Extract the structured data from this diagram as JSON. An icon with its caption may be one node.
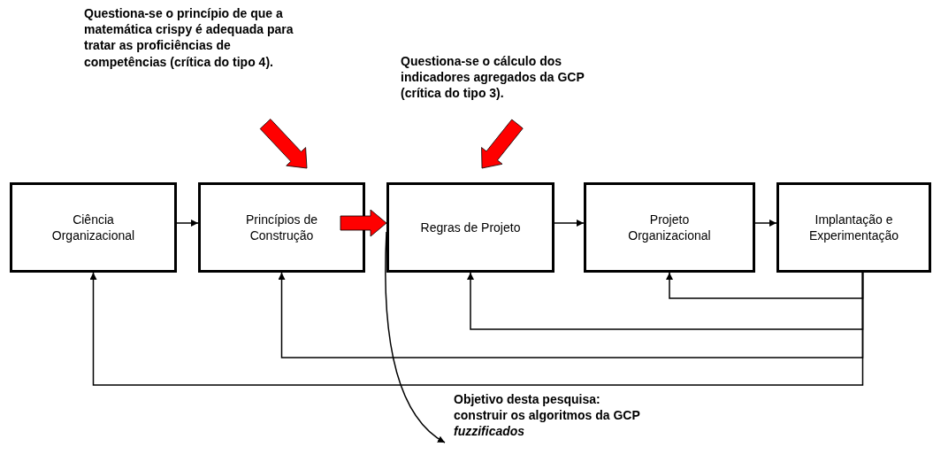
{
  "diagram": {
    "nodes": [
      {
        "text": [
          "Ciência Organizacional"
        ]
      },
      {
        "text": [
          "Princípios de Construção"
        ]
      },
      {
        "text": [
          "Regras de Projeto"
        ]
      },
      {
        "text": [
          "Projeto Organizacional"
        ]
      },
      {
        "text": [
          "Implantação e Experimentação"
        ]
      },
      {
        "text": [
          "Questiona-se o princípio de que a matemática crispy é adequada para tratar as proficiências de competências (crítica do tipo 4)."
        ]
      },
      {
        "text": [
          "Questiona-se o cálculo dos indicadores agregados da GCP (crítica do tipo 3)."
        ]
      },
      {
        "text": [
          "Objetivo desta pesquisa: construir os algoritmos da GCP *fuzzificados*"
        ]
      }
    ],
    "edges": [
      {
        "from": 0,
        "to": 1,
        "arrow": "to"
      },
      {
        "from": 1,
        "to": 2,
        "arrow": "to",
        "style": "thick",
        "color": "#ff0000"
      },
      {
        "from": 2,
        "to": 3,
        "arrow": "to"
      },
      {
        "from": 3,
        "to": 4,
        "arrow": "to"
      },
      {
        "from": 4,
        "to": 3,
        "arrow": "to"
      },
      {
        "from": 4,
        "to": 2,
        "arrow": "to"
      },
      {
        "from": 4,
        "to": 1,
        "arrow": "to"
      },
      {
        "from": 4,
        "to": 0,
        "arrow": "to"
      },
      {
        "from": 5,
        "to": 1,
        "arrow": "to",
        "style": "thick",
        "color": "#ff0000"
      },
      {
        "from": 6,
        "to": 2,
        "arrow": "to",
        "style": "thick",
        "color": "#ff0000"
      },
      {
        "from": 2,
        "to": 7,
        "arrow": "to"
      }
    ]
  }
}
